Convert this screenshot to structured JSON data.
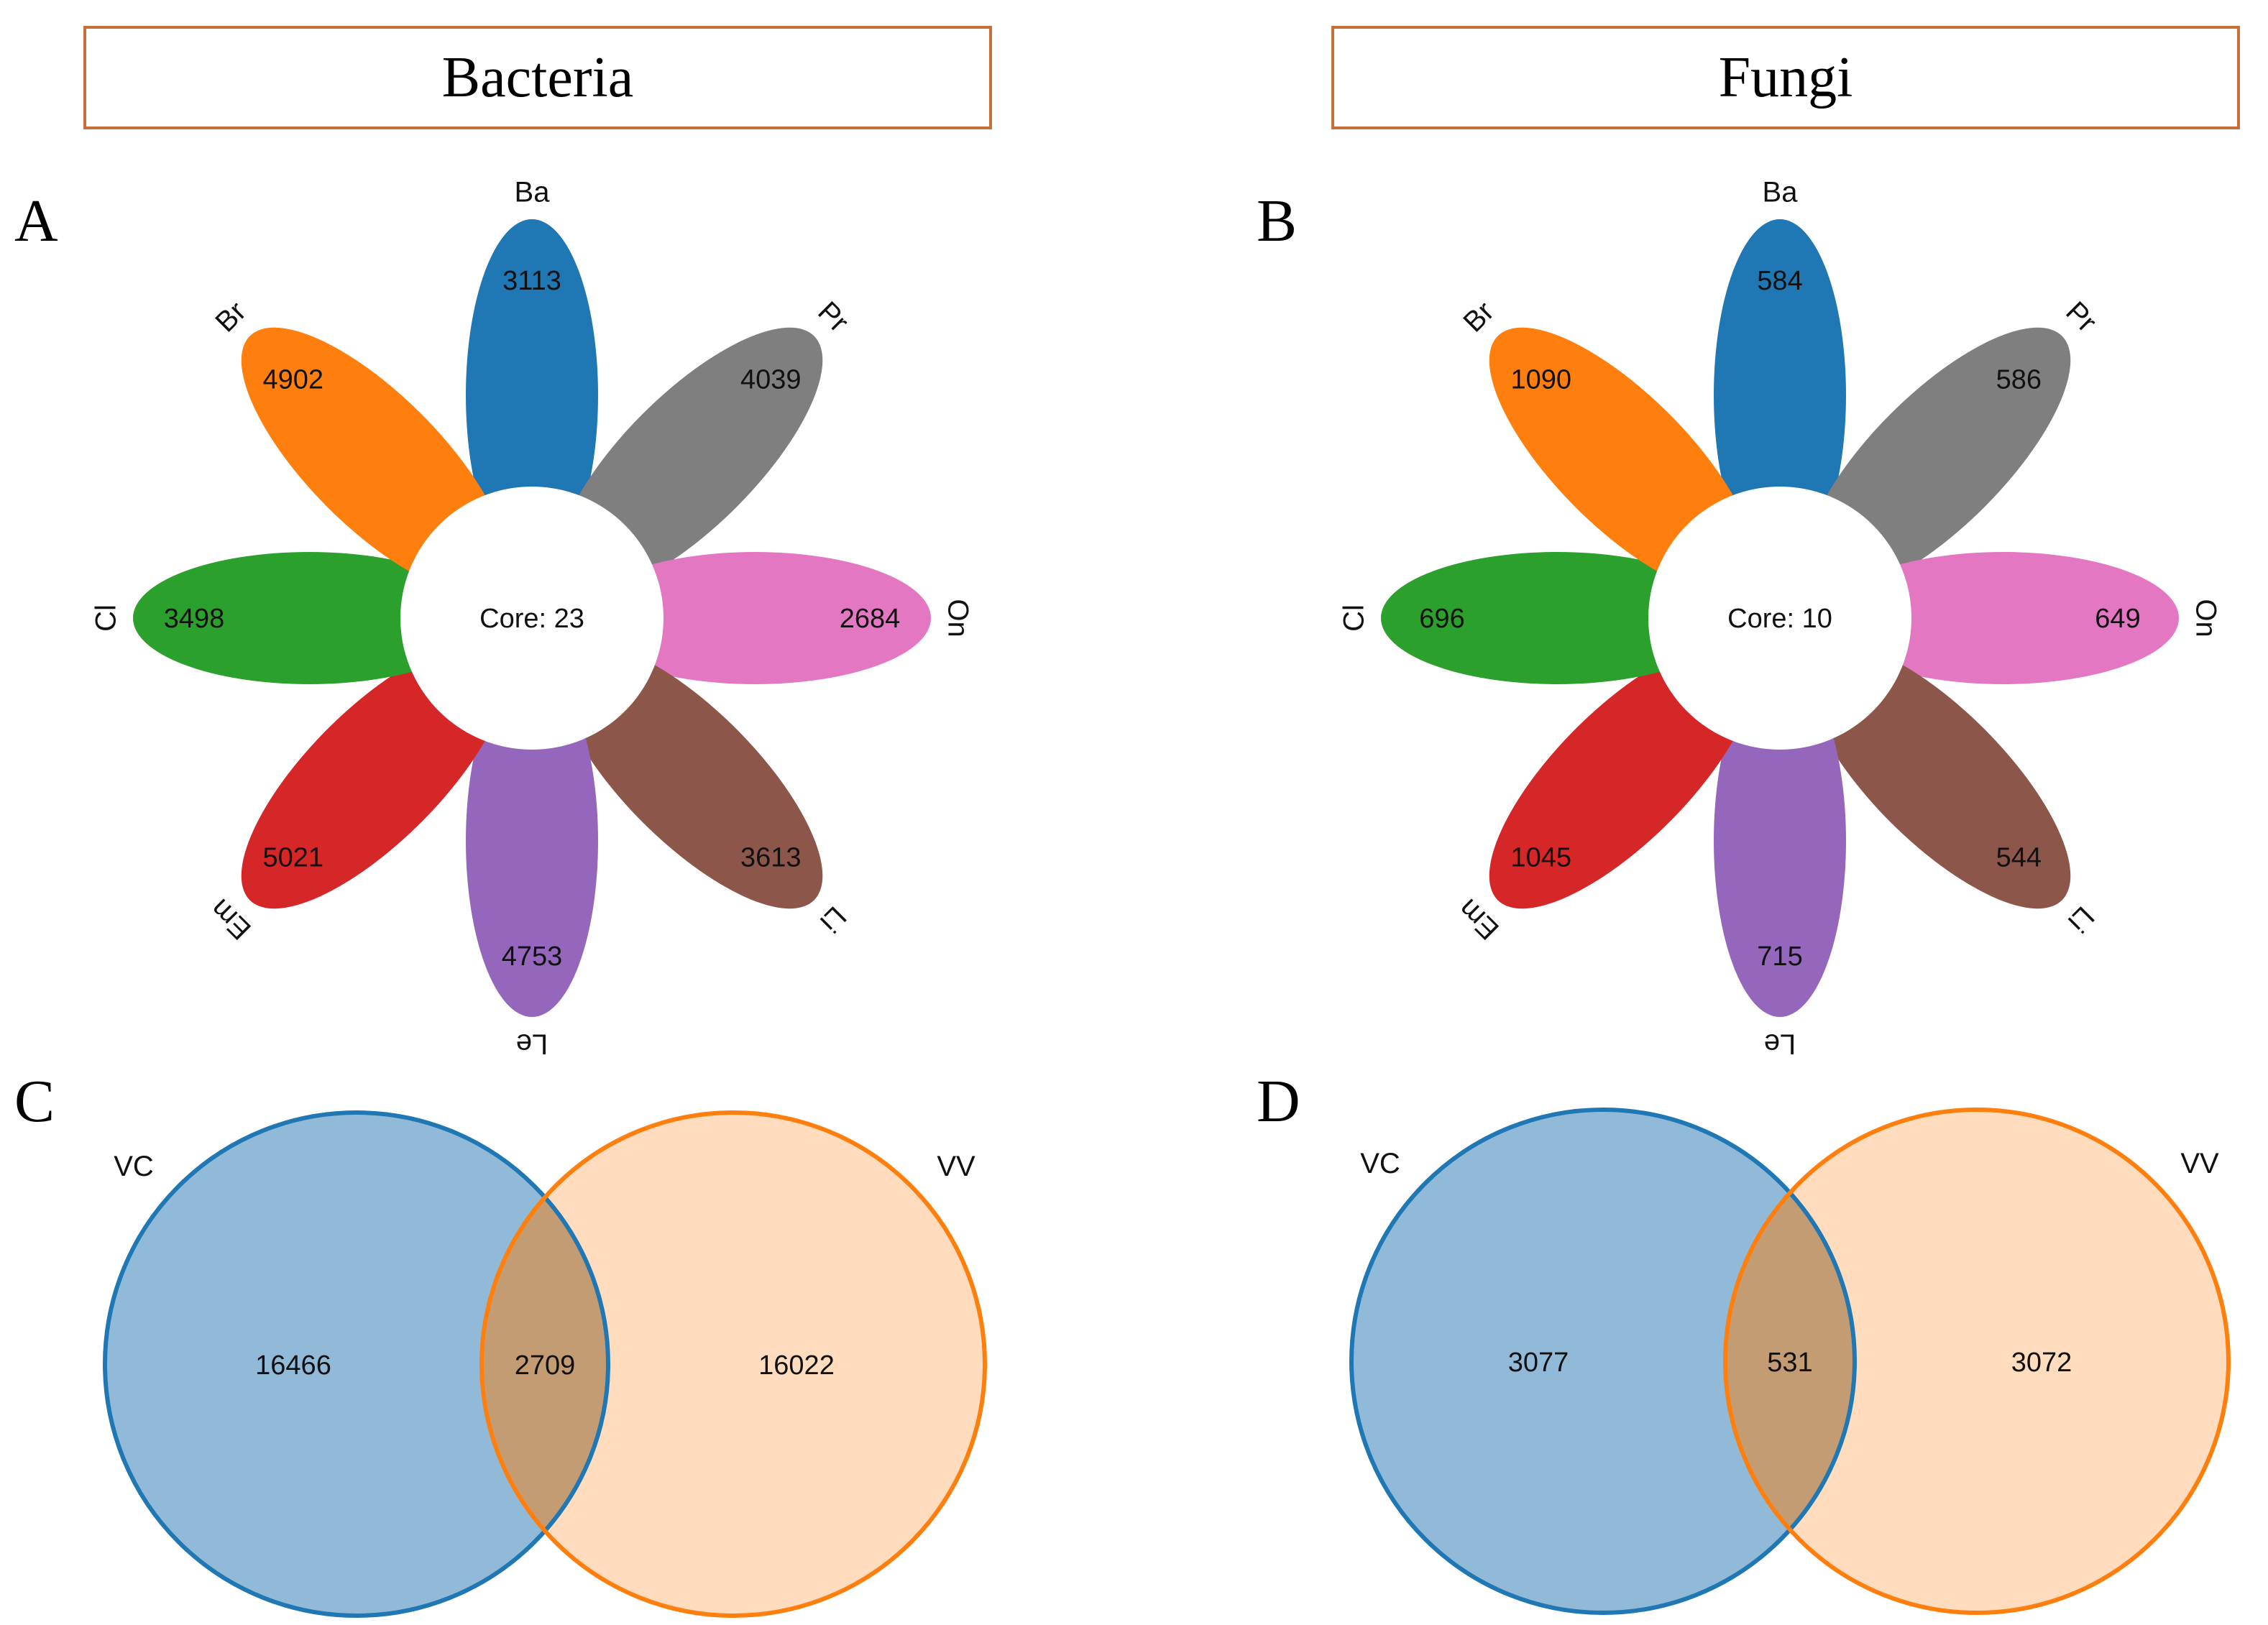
{
  "headers": {
    "bacteria": "Bacteria",
    "fungi": "Fungi"
  },
  "panels": {
    "A": {
      "letter": "A",
      "core_label": "Core: 23",
      "petals": [
        {
          "label": "Ba",
          "value": "3113",
          "color": "#1f77b4"
        },
        {
          "label": "Pr",
          "value": "4039",
          "color": "#7f7f7f"
        },
        {
          "label": "On",
          "value": "2684",
          "color": "#e377c2"
        },
        {
          "label": "Li",
          "value": "3613",
          "color": "#8c564b"
        },
        {
          "label": "Le",
          "value": "4753",
          "color": "#9467bd"
        },
        {
          "label": "Em",
          "value": "5021",
          "color": "#d62728"
        },
        {
          "label": "Cl",
          "value": "3498",
          "color": "#2ca02c"
        },
        {
          "label": "Br",
          "value": "4902",
          "color": "#ff7f0e"
        }
      ]
    },
    "B": {
      "letter": "B",
      "core_label": "Core: 10",
      "petals": [
        {
          "label": "Ba",
          "value": "584",
          "color": "#1f77b4"
        },
        {
          "label": "Pr",
          "value": "586",
          "color": "#7f7f7f"
        },
        {
          "label": "On",
          "value": "649",
          "color": "#e377c2"
        },
        {
          "label": "Li",
          "value": "544",
          "color": "#8c564b"
        },
        {
          "label": "Le",
          "value": "715",
          "color": "#9467bd"
        },
        {
          "label": "Em",
          "value": "1045",
          "color": "#d62728"
        },
        {
          "label": "Cl",
          "value": "696",
          "color": "#2ca02c"
        },
        {
          "label": "Br",
          "value": "1090",
          "color": "#ff7f0e"
        }
      ]
    },
    "C": {
      "letter": "C",
      "sets": [
        {
          "label": "VC",
          "only": "16466",
          "color": "#1f77b4",
          "fill": "#91bad9"
        },
        {
          "label": "VV",
          "only": "16022",
          "color": "#ff7f0e",
          "fill": "#fdbf86"
        }
      ],
      "intersection": "2709"
    },
    "D": {
      "letter": "D",
      "sets": [
        {
          "label": "VC",
          "only": "3077",
          "color": "#1f77b4",
          "fill": "#91bad9"
        },
        {
          "label": "VV",
          "only": "3072",
          "color": "#ff7f0e",
          "fill": "#fdbf86"
        }
      ],
      "intersection": "531"
    }
  }
}
